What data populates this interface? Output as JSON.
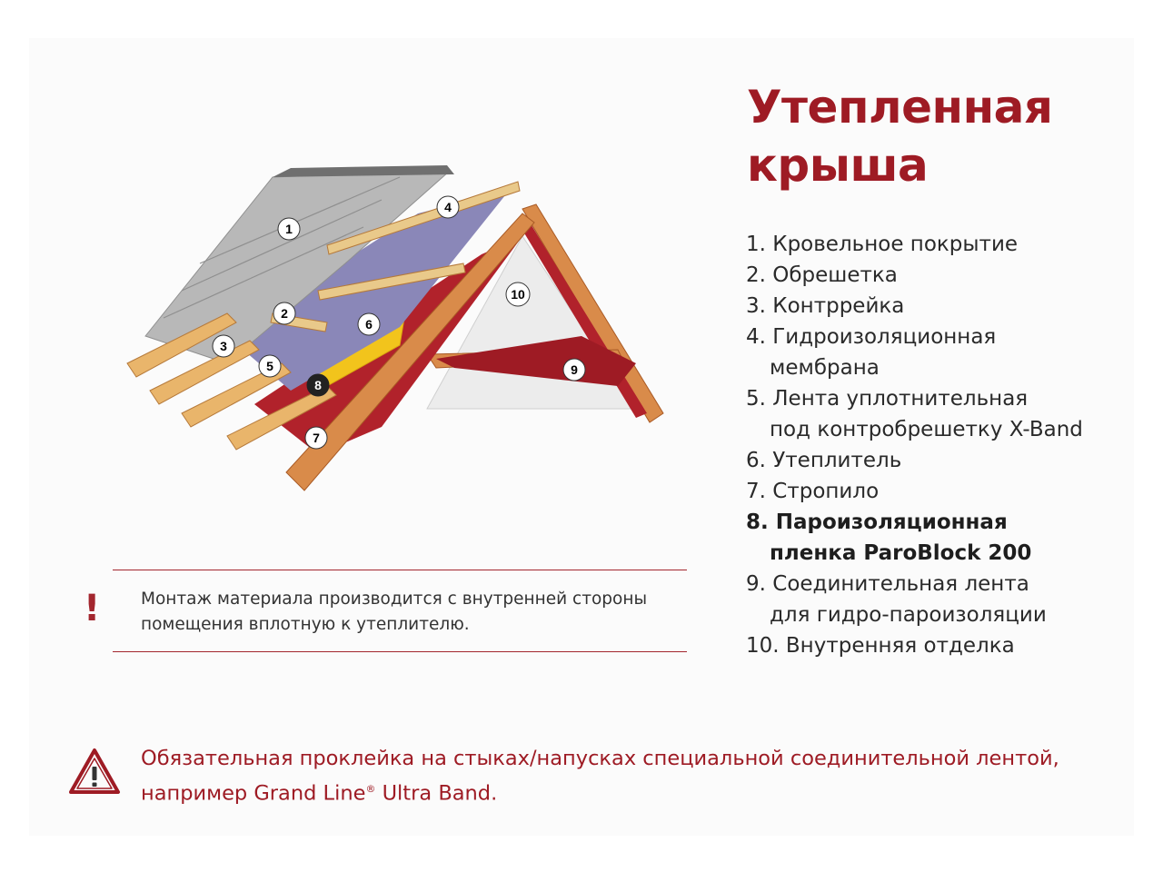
{
  "title": {
    "line1": "Утепленная",
    "line2": "крыша"
  },
  "legend": [
    {
      "text": "1. Кровельное покрытие",
      "bold": false
    },
    {
      "text": "2. Обрешетка",
      "bold": false
    },
    {
      "text": "3. Контррейка",
      "bold": false
    },
    {
      "text": "4. Гидроизоляционная",
      "bold": false
    },
    {
      "text": "мембрана",
      "bold": false,
      "cont": true
    },
    {
      "text": "5. Лента уплотнительная",
      "bold": false
    },
    {
      "text": "под контробрешетку X-Band",
      "bold": false,
      "cont": true
    },
    {
      "text": "6. Утеплитель",
      "bold": false
    },
    {
      "text": "7. Стропило",
      "bold": false
    },
    {
      "text": "8. Пароизоляционная",
      "bold": true
    },
    {
      "text": "пленка ParoBlock 200",
      "bold": true,
      "cont": true
    },
    {
      "text": "9. Соединительная лента",
      "bold": false
    },
    {
      "text": "для гидро-пароизоляции",
      "bold": false,
      "cont": true
    },
    {
      "text": "10. Внутренняя отделка",
      "bold": false
    }
  ],
  "notice": {
    "mark": "!",
    "line1": "Монтаж материала производится с внутренней стороны",
    "line2": "помещения вплотную к утеплителю."
  },
  "warning": {
    "line1": "Обязательная проклейка на стыках/напусках специальной соединительной лентой,",
    "line2_before": "например Grand Line",
    "registered": "®",
    "line2_after": " Ultra Band.",
    "icon": "warning-triangle-icon"
  },
  "diagram_labels": [
    "1",
    "2",
    "3",
    "4",
    "5",
    "6",
    "7",
    "8",
    "9",
    "10"
  ],
  "colors": {
    "accent": "#9e1b24",
    "wood": "#d98b4a",
    "membrane": "#8a87b8",
    "insulation": "#f2c41c",
    "vapor_barrier": "#b1222b",
    "tile": "#b8b8b8"
  }
}
